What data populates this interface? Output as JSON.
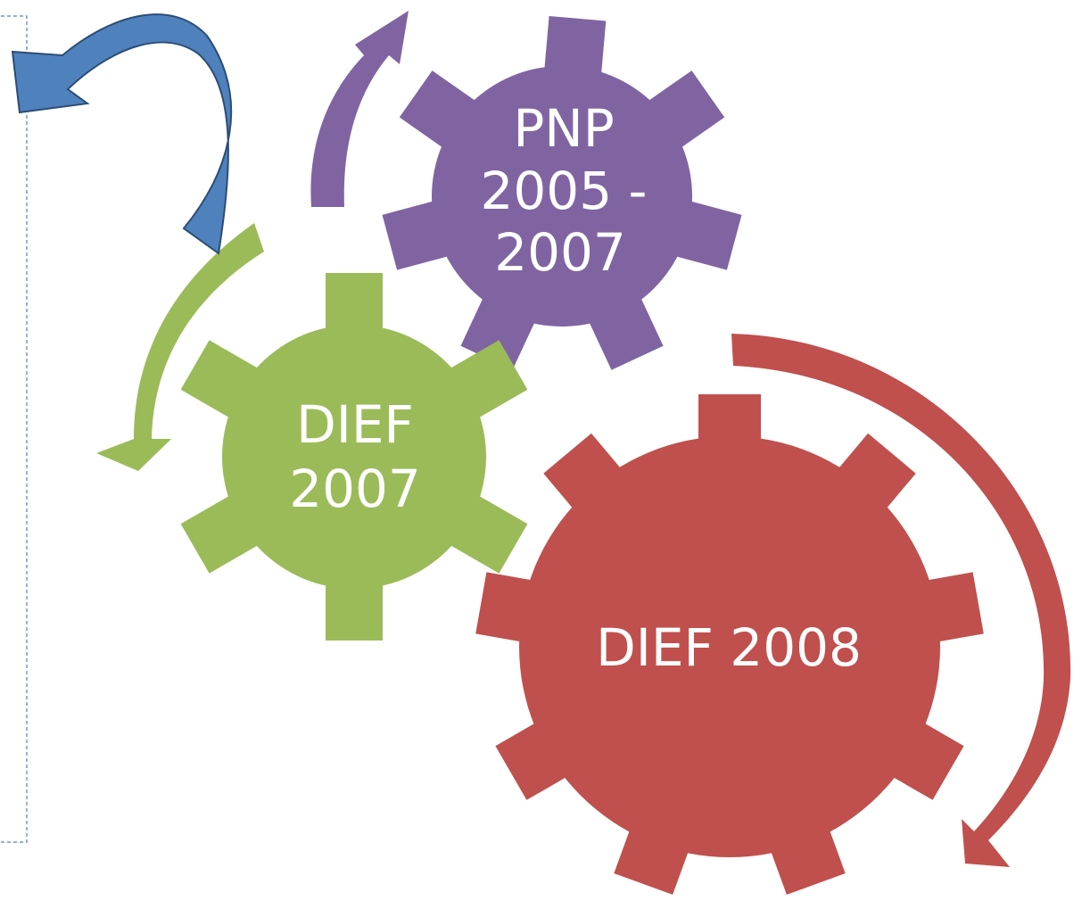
{
  "diagram": {
    "gears": [
      {
        "id": "pnp",
        "lines": [
          "PNP",
          "2005 -",
          "2007"
        ],
        "color": "#8064a2"
      },
      {
        "id": "dief2007",
        "lines": [
          "DIEF",
          "2007"
        ],
        "color": "#9bbb59"
      },
      {
        "id": "dief2008",
        "lines": [
          "DIEF 2008"
        ],
        "color": "#c0504d"
      }
    ],
    "arrows": [
      {
        "id": "purple",
        "color": "#8064a2"
      },
      {
        "id": "green",
        "color": "#9bbb59"
      },
      {
        "id": "red",
        "color": "#c0504d"
      },
      {
        "id": "blue",
        "color": "#4f81bd"
      }
    ]
  }
}
